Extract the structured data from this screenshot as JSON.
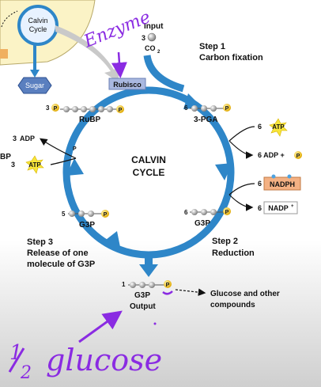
{
  "chloroplast": {
    "label_line1": "Calvin",
    "label_line2": "Cycle"
  },
  "sugar": {
    "label": "Sugar"
  },
  "input": {
    "label": "Input",
    "count": "3",
    "molecule": "CO",
    "subscript": "2"
  },
  "step1": {
    "title": "Step 1",
    "name": "Carbon fixation"
  },
  "rubisco": {
    "label": "Rubisco"
  },
  "rubp": {
    "count": "3",
    "label": "RuBP"
  },
  "pga": {
    "count": "6",
    "label": "3-PGA"
  },
  "cycle": {
    "line1": "CALVIN",
    "line2": "CYCLE"
  },
  "left_side": {
    "adp_count": "3",
    "adp_label": "ADP",
    "atp_count": "3",
    "atp_label": "ATP",
    "p_label": "P",
    "cut_text": "BP"
  },
  "right_side": {
    "atp_count": "6",
    "atp_label": "ATP",
    "adp_text": "6 ADP +",
    "nadph_count": "6",
    "nadph_label": "NADPH",
    "nadp_count": "6",
    "nadp_label": "NADP",
    "nadp_sup": "+"
  },
  "g3p_right": {
    "count": "6",
    "label": "G3P"
  },
  "g3p_left": {
    "count": "5",
    "label": "G3P"
  },
  "step2": {
    "title": "Step 2",
    "name": "Reduction"
  },
  "step3": {
    "title": "Step 3",
    "line1": "Release of one",
    "line2": "molecule of G3P"
  },
  "output": {
    "count": "1",
    "label": "G3P",
    "name": "Output"
  },
  "glucose": {
    "line1": "Glucose and other",
    "line2": "compounds"
  },
  "phosphate": "P",
  "annotations": {
    "enzyme": "Enzyme",
    "half_glucose": "glucose",
    "half_num": "1",
    "half_den": "2"
  },
  "colors": {
    "cycle_blue": "#2e86c8",
    "atp_yellow": "#f7e53a",
    "phosphate_yellow": "#f5c518",
    "handwriting": "#8a2be2"
  }
}
